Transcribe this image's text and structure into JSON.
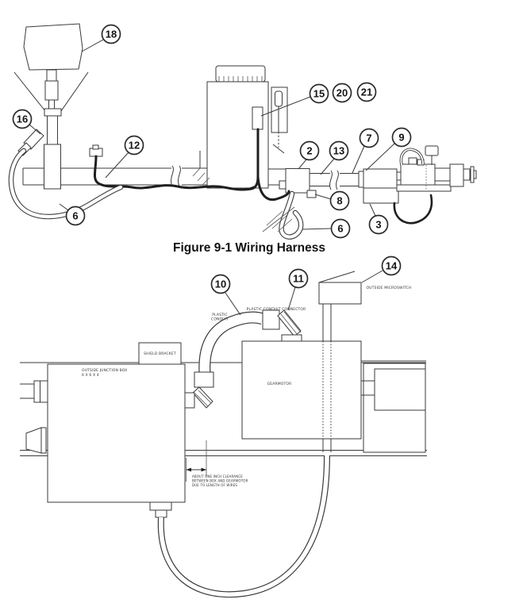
{
  "figure": {
    "caption": "Figure 9-1  Wiring Harness"
  },
  "colors": {
    "background": "#ffffff",
    "line": "#3a3a3a",
    "cable": "#1f1f1f",
    "text": "#1a1a1a"
  },
  "top_diagram": {
    "callouts": {
      "c18": "18",
      "c16": "16",
      "c12": "12",
      "c15": "15",
      "c20": "20",
      "c21": "21",
      "c2": "2",
      "c13": "13",
      "c7": "7",
      "c9": "9",
      "c8": "8",
      "c6_left": "6",
      "c6_mid": "6",
      "c3": "3"
    }
  },
  "bottom_diagram": {
    "callouts": {
      "c10": "10",
      "c11": "11",
      "c14": "14"
    },
    "labels": {
      "plastic_conduit": [
        "PLASTIC",
        "CONDUIT"
      ],
      "plastic_conduit_connector": "PLASTIC CONDUIT CONNECTOR",
      "outside_microswitch": "OUTSIDE MICROSWITCH",
      "shield_bracket": "SHIELD BRACKET",
      "outside_junction_box": [
        "OUTSIDE JUNCTION BOX",
        "6 X 6 X 4"
      ],
      "gearmotor": "GEARMOTOR",
      "clearance_note": [
        "ABOUT ONE INCH CLEARANCE",
        "BETWEEN BOX AND GEARMOTOR",
        "DUE TO LENGTH OF WIRES"
      ]
    }
  }
}
